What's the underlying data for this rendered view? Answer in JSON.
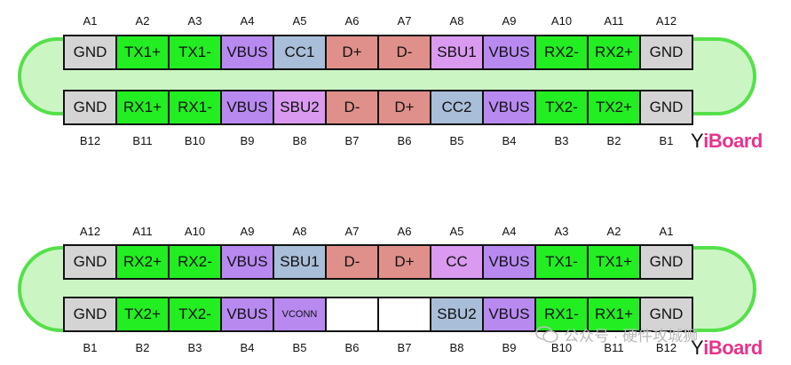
{
  "colors": {
    "GND": "#d4d4d4",
    "TX": "#22ee22",
    "RX": "#22ee22",
    "VBUS": "#b88af0",
    "CC": "#a9bed8",
    "CC_alt": "#d99af0",
    "D": "#e0908a",
    "SBU": "#d99af0",
    "SBU_alt": "#a9bed8",
    "VCONN": "#b88af0",
    "EMPTY": "#ffffff",
    "capsule_fill": "#ccf5c4",
    "capsule_border": "#55e04a",
    "brand": "#e8338c"
  },
  "diagram1": {
    "top_labels": [
      "A1",
      "A2",
      "A3",
      "A4",
      "A5",
      "A6",
      "A7",
      "A8",
      "A9",
      "A10",
      "A11",
      "A12"
    ],
    "top_pins": [
      {
        "text": "GND",
        "color": "#d4d4d4"
      },
      {
        "text": "TX1+",
        "color": "#22ee22"
      },
      {
        "text": "TX1-",
        "color": "#22ee22"
      },
      {
        "text": "VBUS",
        "color": "#b88af0"
      },
      {
        "text": "CC1",
        "color": "#a9bed8"
      },
      {
        "text": "D+",
        "color": "#e0908a"
      },
      {
        "text": "D-",
        "color": "#e0908a"
      },
      {
        "text": "SBU1",
        "color": "#d99af0"
      },
      {
        "text": "VBUS",
        "color": "#b88af0"
      },
      {
        "text": "RX2-",
        "color": "#22ee22"
      },
      {
        "text": "RX2+",
        "color": "#22ee22"
      },
      {
        "text": "GND",
        "color": "#d4d4d4"
      }
    ],
    "bottom_pins": [
      {
        "text": "GND",
        "color": "#d4d4d4"
      },
      {
        "text": "RX1+",
        "color": "#22ee22"
      },
      {
        "text": "RX1-",
        "color": "#22ee22"
      },
      {
        "text": "VBUS",
        "color": "#b88af0"
      },
      {
        "text": "SBU2",
        "color": "#d99af0"
      },
      {
        "text": "D-",
        "color": "#e0908a"
      },
      {
        "text": "D+",
        "color": "#e0908a"
      },
      {
        "text": "CC2",
        "color": "#a9bed8"
      },
      {
        "text": "VBUS",
        "color": "#b88af0"
      },
      {
        "text": "TX2-",
        "color": "#22ee22"
      },
      {
        "text": "TX2+",
        "color": "#22ee22"
      },
      {
        "text": "GND",
        "color": "#d4d4d4"
      }
    ],
    "bottom_labels": [
      "B12",
      "B11",
      "B10",
      "B9",
      "B8",
      "B7",
      "B6",
      "B5",
      "B4",
      "B3",
      "B2",
      "B1"
    ]
  },
  "diagram2": {
    "top_labels": [
      "A12",
      "A11",
      "A10",
      "A9",
      "A8",
      "A7",
      "A6",
      "A5",
      "A4",
      "A3",
      "A2",
      "A1"
    ],
    "top_pins": [
      {
        "text": "GND",
        "color": "#d4d4d4"
      },
      {
        "text": "RX2+",
        "color": "#22ee22"
      },
      {
        "text": "RX2-",
        "color": "#22ee22"
      },
      {
        "text": "VBUS",
        "color": "#b88af0"
      },
      {
        "text": "SBU1",
        "color": "#a9bed8"
      },
      {
        "text": "D-",
        "color": "#e0908a"
      },
      {
        "text": "D+",
        "color": "#e0908a"
      },
      {
        "text": "CC",
        "color": "#d99af0"
      },
      {
        "text": "VBUS",
        "color": "#b88af0"
      },
      {
        "text": "TX1-",
        "color": "#22ee22"
      },
      {
        "text": "TX1+",
        "color": "#22ee22"
      },
      {
        "text": "GND",
        "color": "#d4d4d4"
      }
    ],
    "bottom_pins": [
      {
        "text": "GND",
        "color": "#d4d4d4"
      },
      {
        "text": "TX2+",
        "color": "#22ee22"
      },
      {
        "text": "TX2-",
        "color": "#22ee22"
      },
      {
        "text": "VBUS",
        "color": "#b88af0"
      },
      {
        "text": "VCONN",
        "color": "#b88af0",
        "small": true
      },
      {
        "text": "",
        "color": "#ffffff"
      },
      {
        "text": "",
        "color": "#ffffff"
      },
      {
        "text": "SBU2",
        "color": "#a9bed8"
      },
      {
        "text": "VBUS",
        "color": "#b88af0"
      },
      {
        "text": "RX1-",
        "color": "#22ee22"
      },
      {
        "text": "RX1+",
        "color": "#22ee22"
      },
      {
        "text": "GND",
        "color": "#d4d4d4"
      }
    ],
    "bottom_labels": [
      "B1",
      "B2",
      "B3",
      "B4",
      "B5",
      "B6",
      "B7",
      "B8",
      "B9",
      "B10",
      "B11",
      "B12"
    ]
  },
  "brand": {
    "mark": "Y",
    "prefix": "i",
    "text": "Board"
  },
  "watermark": {
    "text": "公众号 · 硬件攻城狮"
  }
}
